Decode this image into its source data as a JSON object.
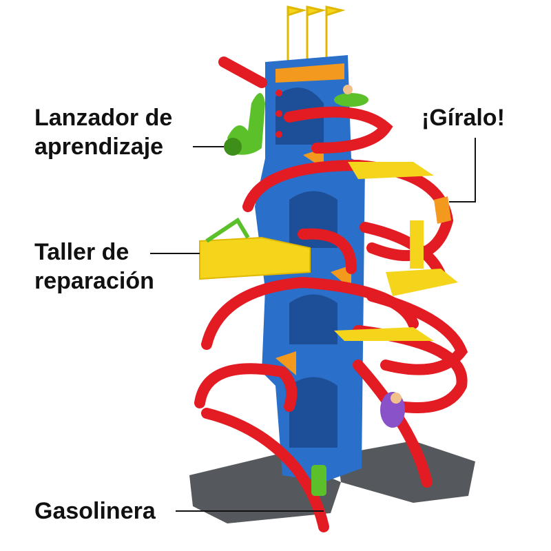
{
  "callouts": {
    "launcher": {
      "line1": "Lanzador de",
      "line2": "aprendizaje"
    },
    "spin": {
      "text": "¡Gíralo!"
    },
    "repair": {
      "line1": "Taller de",
      "line2": "reparación"
    },
    "gas": {
      "text": "Gasolinera"
    }
  },
  "colors": {
    "track": "#e31b23",
    "tower": "#2a6fc9",
    "platform": "#f5d51c",
    "base": "#55585c",
    "accent": "#f39a1e",
    "launcher": "#5cc02b"
  }
}
